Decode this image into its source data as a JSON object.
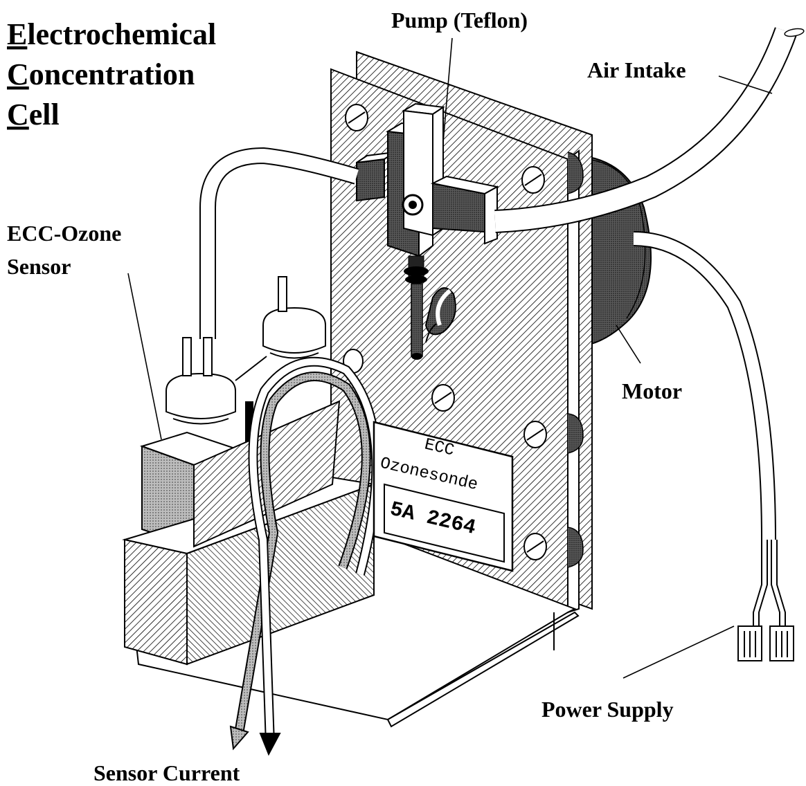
{
  "title": {
    "line1_initial": "E",
    "line1_rest": "lectrochemical",
    "line2_initial": "C",
    "line2_rest": "oncentration",
    "line3_initial": "C",
    "line3_rest": "ell"
  },
  "labels": {
    "pump": "Pump (Teflon)",
    "air_intake": "Air Intake",
    "sensor_line1": "ECC-Ozone",
    "sensor_line2": "Sensor",
    "motor": "Motor",
    "power_supply": "Power Supply",
    "sensor_current": "Sensor Current"
  },
  "nameplate": {
    "line1": "ECC",
    "line2": "Ozonesonde",
    "serial": "5A 2264"
  }
}
